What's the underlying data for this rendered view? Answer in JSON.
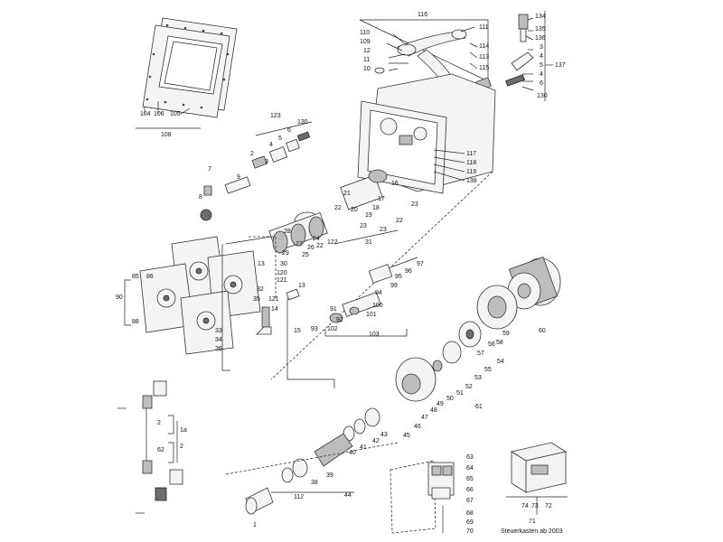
{
  "diagram": {
    "labels": [
      "116",
      "111",
      "110",
      "109",
      "12",
      "11",
      "10",
      "114",
      "113",
      "115",
      "134",
      "136",
      "135",
      "3",
      "4",
      "5",
      "4",
      "6",
      "130",
      "137",
      "104",
      "106",
      "105",
      "108",
      "123",
      "130",
      "6",
      "5",
      "4",
      "2",
      "3",
      "7",
      "8",
      "9",
      "117",
      "118",
      "119",
      "138",
      "16",
      "17",
      "18",
      "19",
      "20",
      "21",
      "22",
      "23",
      "23",
      "22",
      "22",
      "23",
      "24",
      "25",
      "26",
      "27",
      "28",
      "29",
      "30",
      "31",
      "120",
      "121",
      "122",
      "13",
      "85",
      "86",
      "90",
      "88",
      "32",
      "35",
      "121",
      "14",
      "33",
      "34",
      "36",
      "13",
      "15",
      "93",
      "91",
      "92",
      "102",
      "100",
      "101",
      "103",
      "94",
      "95",
      "96",
      "97",
      "99",
      "60",
      "59",
      "58",
      "56",
      "57",
      "55",
      "54",
      "53",
      "52",
      "51",
      "50",
      "49",
      "48",
      "47",
      "46",
      "45",
      "61",
      "44",
      "43",
      "42",
      "41",
      "40",
      "39",
      "38",
      "112",
      "1",
      "1a",
      "2",
      "2",
      "62",
      "63",
      "64",
      "65",
      "66",
      "67",
      "68",
      "69",
      "70",
      "71",
      "72",
      "73",
      "74"
    ],
    "caption": "Steuerkasten ab 2003"
  }
}
